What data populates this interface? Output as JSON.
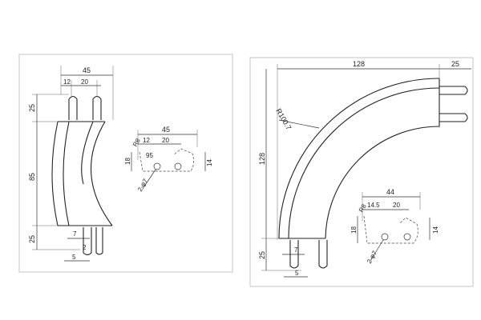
{
  "left_drawing": {
    "dims": {
      "width_total": "45",
      "peg_offset": "12",
      "peg_spacing": "20",
      "peg_length": "25",
      "body_height": "85",
      "bottom_length": "25",
      "bottom_width": "7",
      "bottom_step": "2",
      "bottom_gap": "5"
    },
    "section": {
      "width": "45",
      "offset": "12",
      "spacing": "20",
      "radius": "R8",
      "angle": "95",
      "height_left": "18",
      "height_right": "14",
      "holes": "2-φ7"
    }
  },
  "right_drawing": {
    "dims": {
      "width_total": "128",
      "extension": "25",
      "radius": "R100.7",
      "height_total": "128",
      "bottom_length": "25",
      "bottom_width": "7",
      "bottom_gap": "5"
    },
    "section": {
      "width": "44",
      "offset": "14.5",
      "spacing": "20",
      "radius": "R8",
      "height_left": "18",
      "height_right": "14",
      "holes": "2-φ7"
    }
  }
}
